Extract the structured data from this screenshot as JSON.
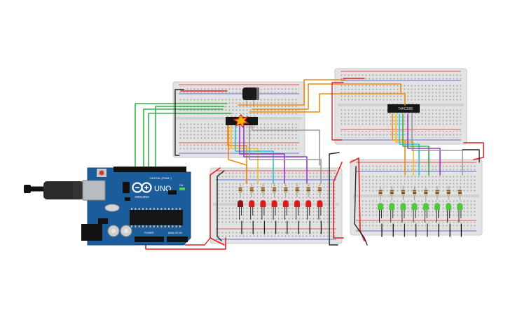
{
  "canvas": {
    "background": "#ffffff"
  },
  "arduino": {
    "brand": "ARDUINO",
    "model": "UNO",
    "digital_label": "DIGITAL (PWM~)",
    "power_label": "POWER",
    "analog_label": "ANALOG IN",
    "on_label": "ON",
    "board_color": "#1b5d9b"
  },
  "chips": {
    "chip_1": {
      "label": "",
      "icon": "ic-dip16"
    },
    "chip_2": {
      "label": "74HC595",
      "icon": "ic-dip16"
    }
  },
  "capacitor": {
    "icon": "electrolytic-capacitor"
  },
  "led_banks": {
    "bank_1": {
      "color": "#e0191b",
      "count": 8
    },
    "bank_2": {
      "color": "#4fc83a",
      "count": 8
    }
  },
  "wire_colors": {
    "red": "#e02020",
    "black": "#222222",
    "green": "#36b04a",
    "orange": "#f08a0c",
    "yellow": "#e9c21a",
    "cyan": "#2bc3d6",
    "purple": "#9b3cc7",
    "gray": "#9a9a9a"
  }
}
